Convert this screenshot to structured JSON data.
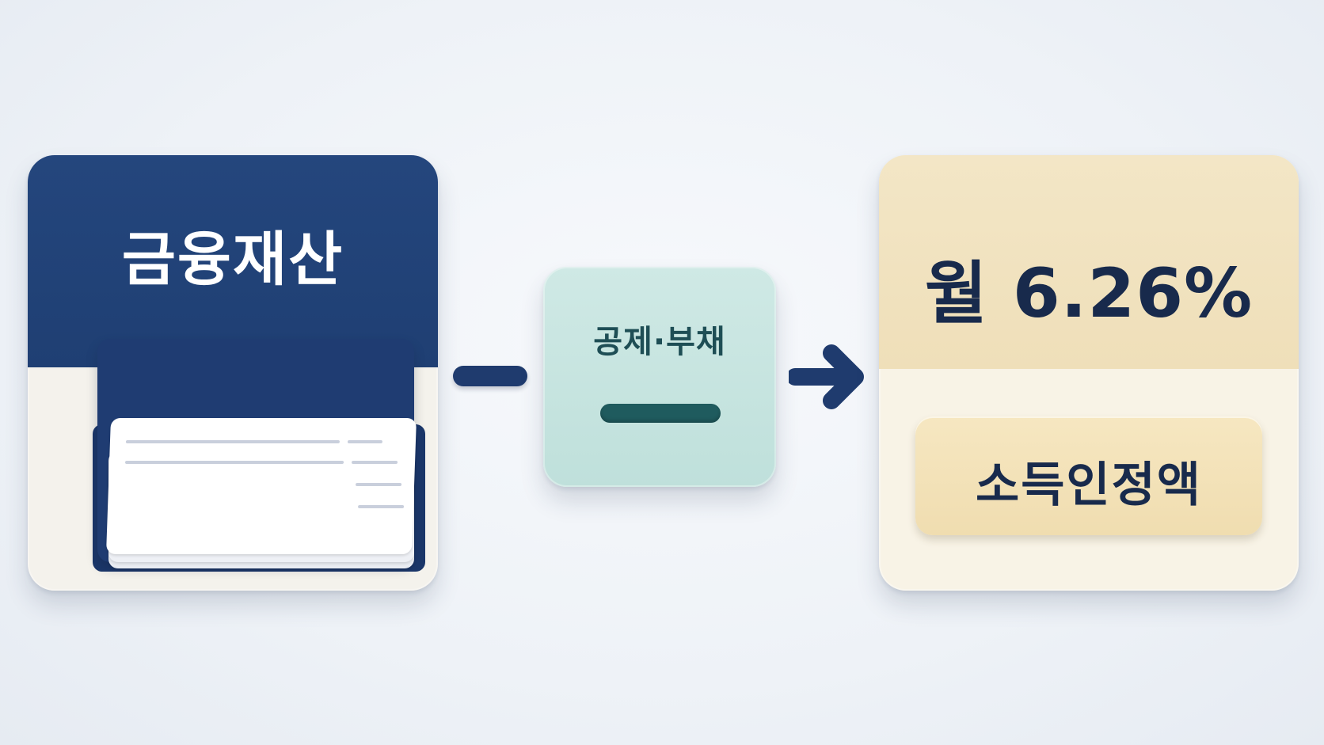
{
  "financial_assets": {
    "title": "금융재산"
  },
  "deduction": {
    "title": "공제·부채"
  },
  "income_recognition": {
    "rate": "월 6.26%",
    "label": "소득인정액"
  },
  "colors": {
    "navy": "#1f3f73",
    "mint": "#bfe0db",
    "cream": "#efdfb9",
    "text_dark": "#182a4c"
  },
  "icons": {
    "book": "ledger-book-icon",
    "minus": "minus-icon",
    "arrow": "arrow-right-icon"
  }
}
